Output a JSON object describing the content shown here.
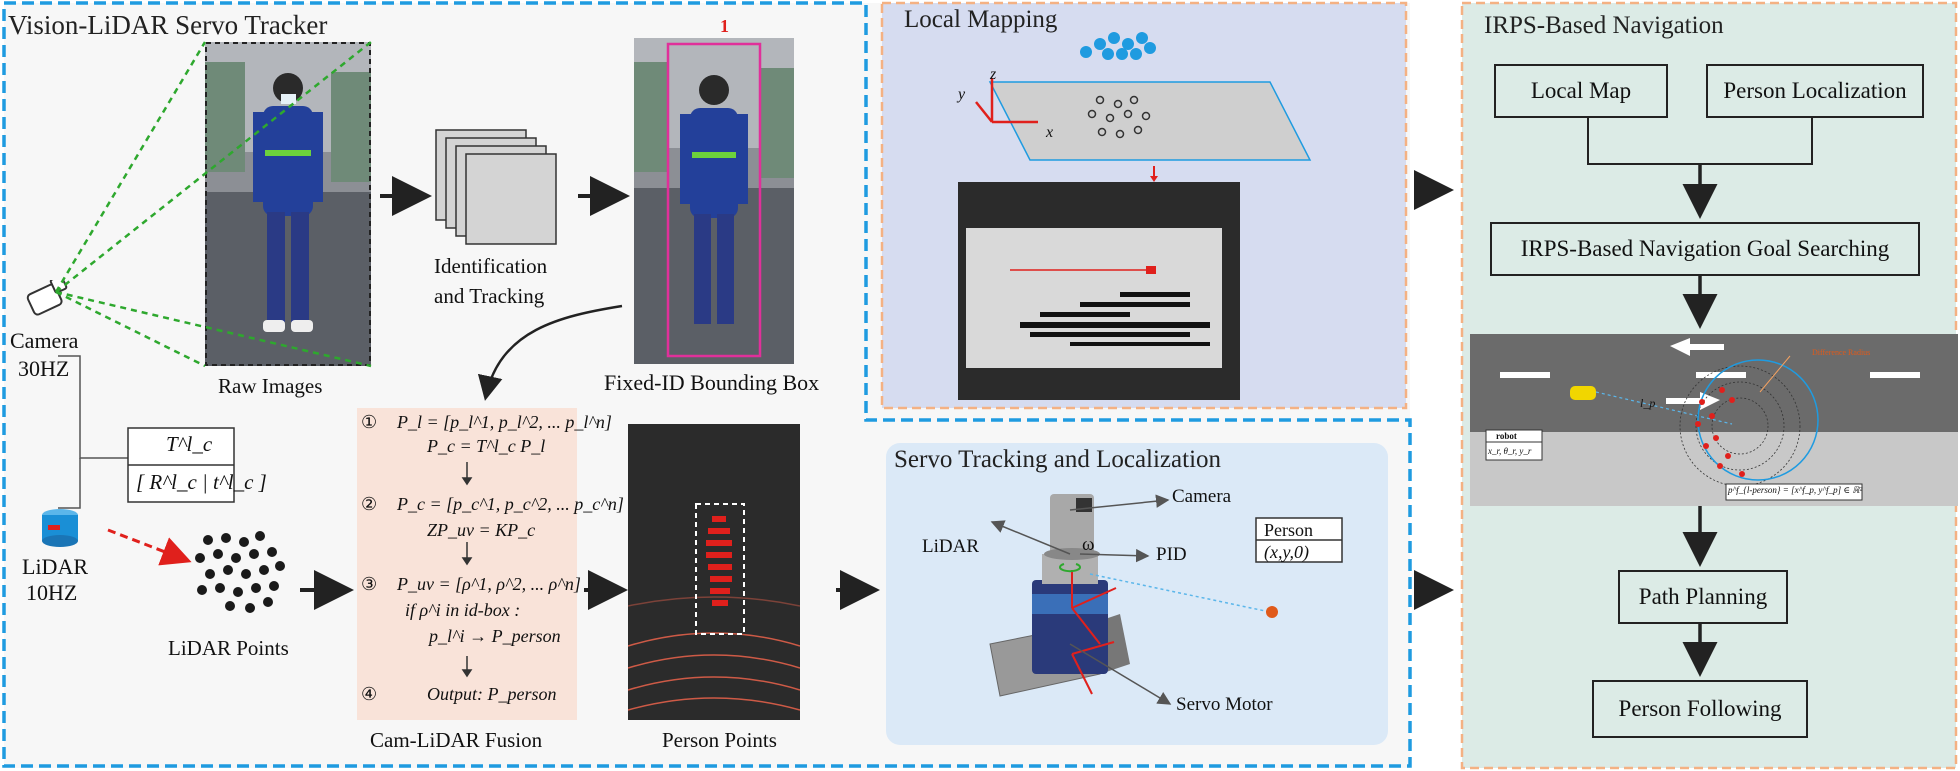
{
  "tracker": {
    "title": "Vision-LiDAR Servo Tracker",
    "camera_label": "Camera",
    "camera_rate": "30HZ",
    "lidar_label": "LiDAR",
    "lidar_rate": "10HZ",
    "raw_images": "Raw Images",
    "id_tracking_l1": "Identification",
    "id_tracking_l2": "and Tracking",
    "bbox_label": "Fixed-ID Bounding Box",
    "bbox_id": "1",
    "lidar_points": "LiDAR Points",
    "fusion_label": "Cam-LiDAR Fusion",
    "person_points": "Person Points",
    "steps": [
      {
        "num": "①",
        "line1": "P_l = [p_l^1, p_l^2, ... p_l^n]",
        "line2": "P_c = T^l_c P_l"
      },
      {
        "num": "②",
        "line1": "P_c = [p_c^1, p_c^2, ... p_c^n]",
        "line2": "ZP_uv = KP_c"
      },
      {
        "num": "③",
        "line1": "P_uv = [ρ^1, ρ^2, ... ρ^n]",
        "line2": "if ρ^i in id-box :",
        "line3": "p_l^i → P_person"
      },
      {
        "num": "④",
        "line1": "Output: P_person"
      }
    ],
    "extrinsic_top": "T^l_c",
    "extrinsic_bottom": "[ R^l_c | t^l_c ]"
  },
  "mapping": {
    "title": "Local Mapping",
    "axis_x": "x",
    "axis_y": "y",
    "axis_z": "z"
  },
  "servo": {
    "title": "Servo Tracking and Localization",
    "camera": "Camera",
    "lidar": "LiDAR",
    "omega": "ω",
    "pid": "PID",
    "servo_motor": "Servo Motor",
    "person_title": "Person",
    "person_coord": "(x,y,0)"
  },
  "nav": {
    "title": "IRPS-Based Navigation",
    "local_map": "Local Map",
    "person_localization": "Person Localization",
    "goal_search": "IRPS-Based Navigation Goal Searching",
    "path_planning": "Path Planning",
    "person_following": "Person Following",
    "robot_label": "robot",
    "robot_state": "x_r, θ_r, y_r",
    "l_p": "l_p",
    "person_eq": "p^f_{l-person} = [x^f_p, y^f_p] ∈ ℝ²",
    "diff_note": "Difference Radius"
  },
  "colors": {
    "blue_dash": "#1f9be0",
    "orange_dash": "#f4b183",
    "mapping_bg": "#d6dcf0",
    "servo_bg": "#dbe9f7",
    "nav_bg": "#dcebe6",
    "fusion_bg": "#f9e3d9",
    "green_dash": "#2ea82e",
    "red": "#e0201c",
    "magenta": "#e0309a"
  }
}
